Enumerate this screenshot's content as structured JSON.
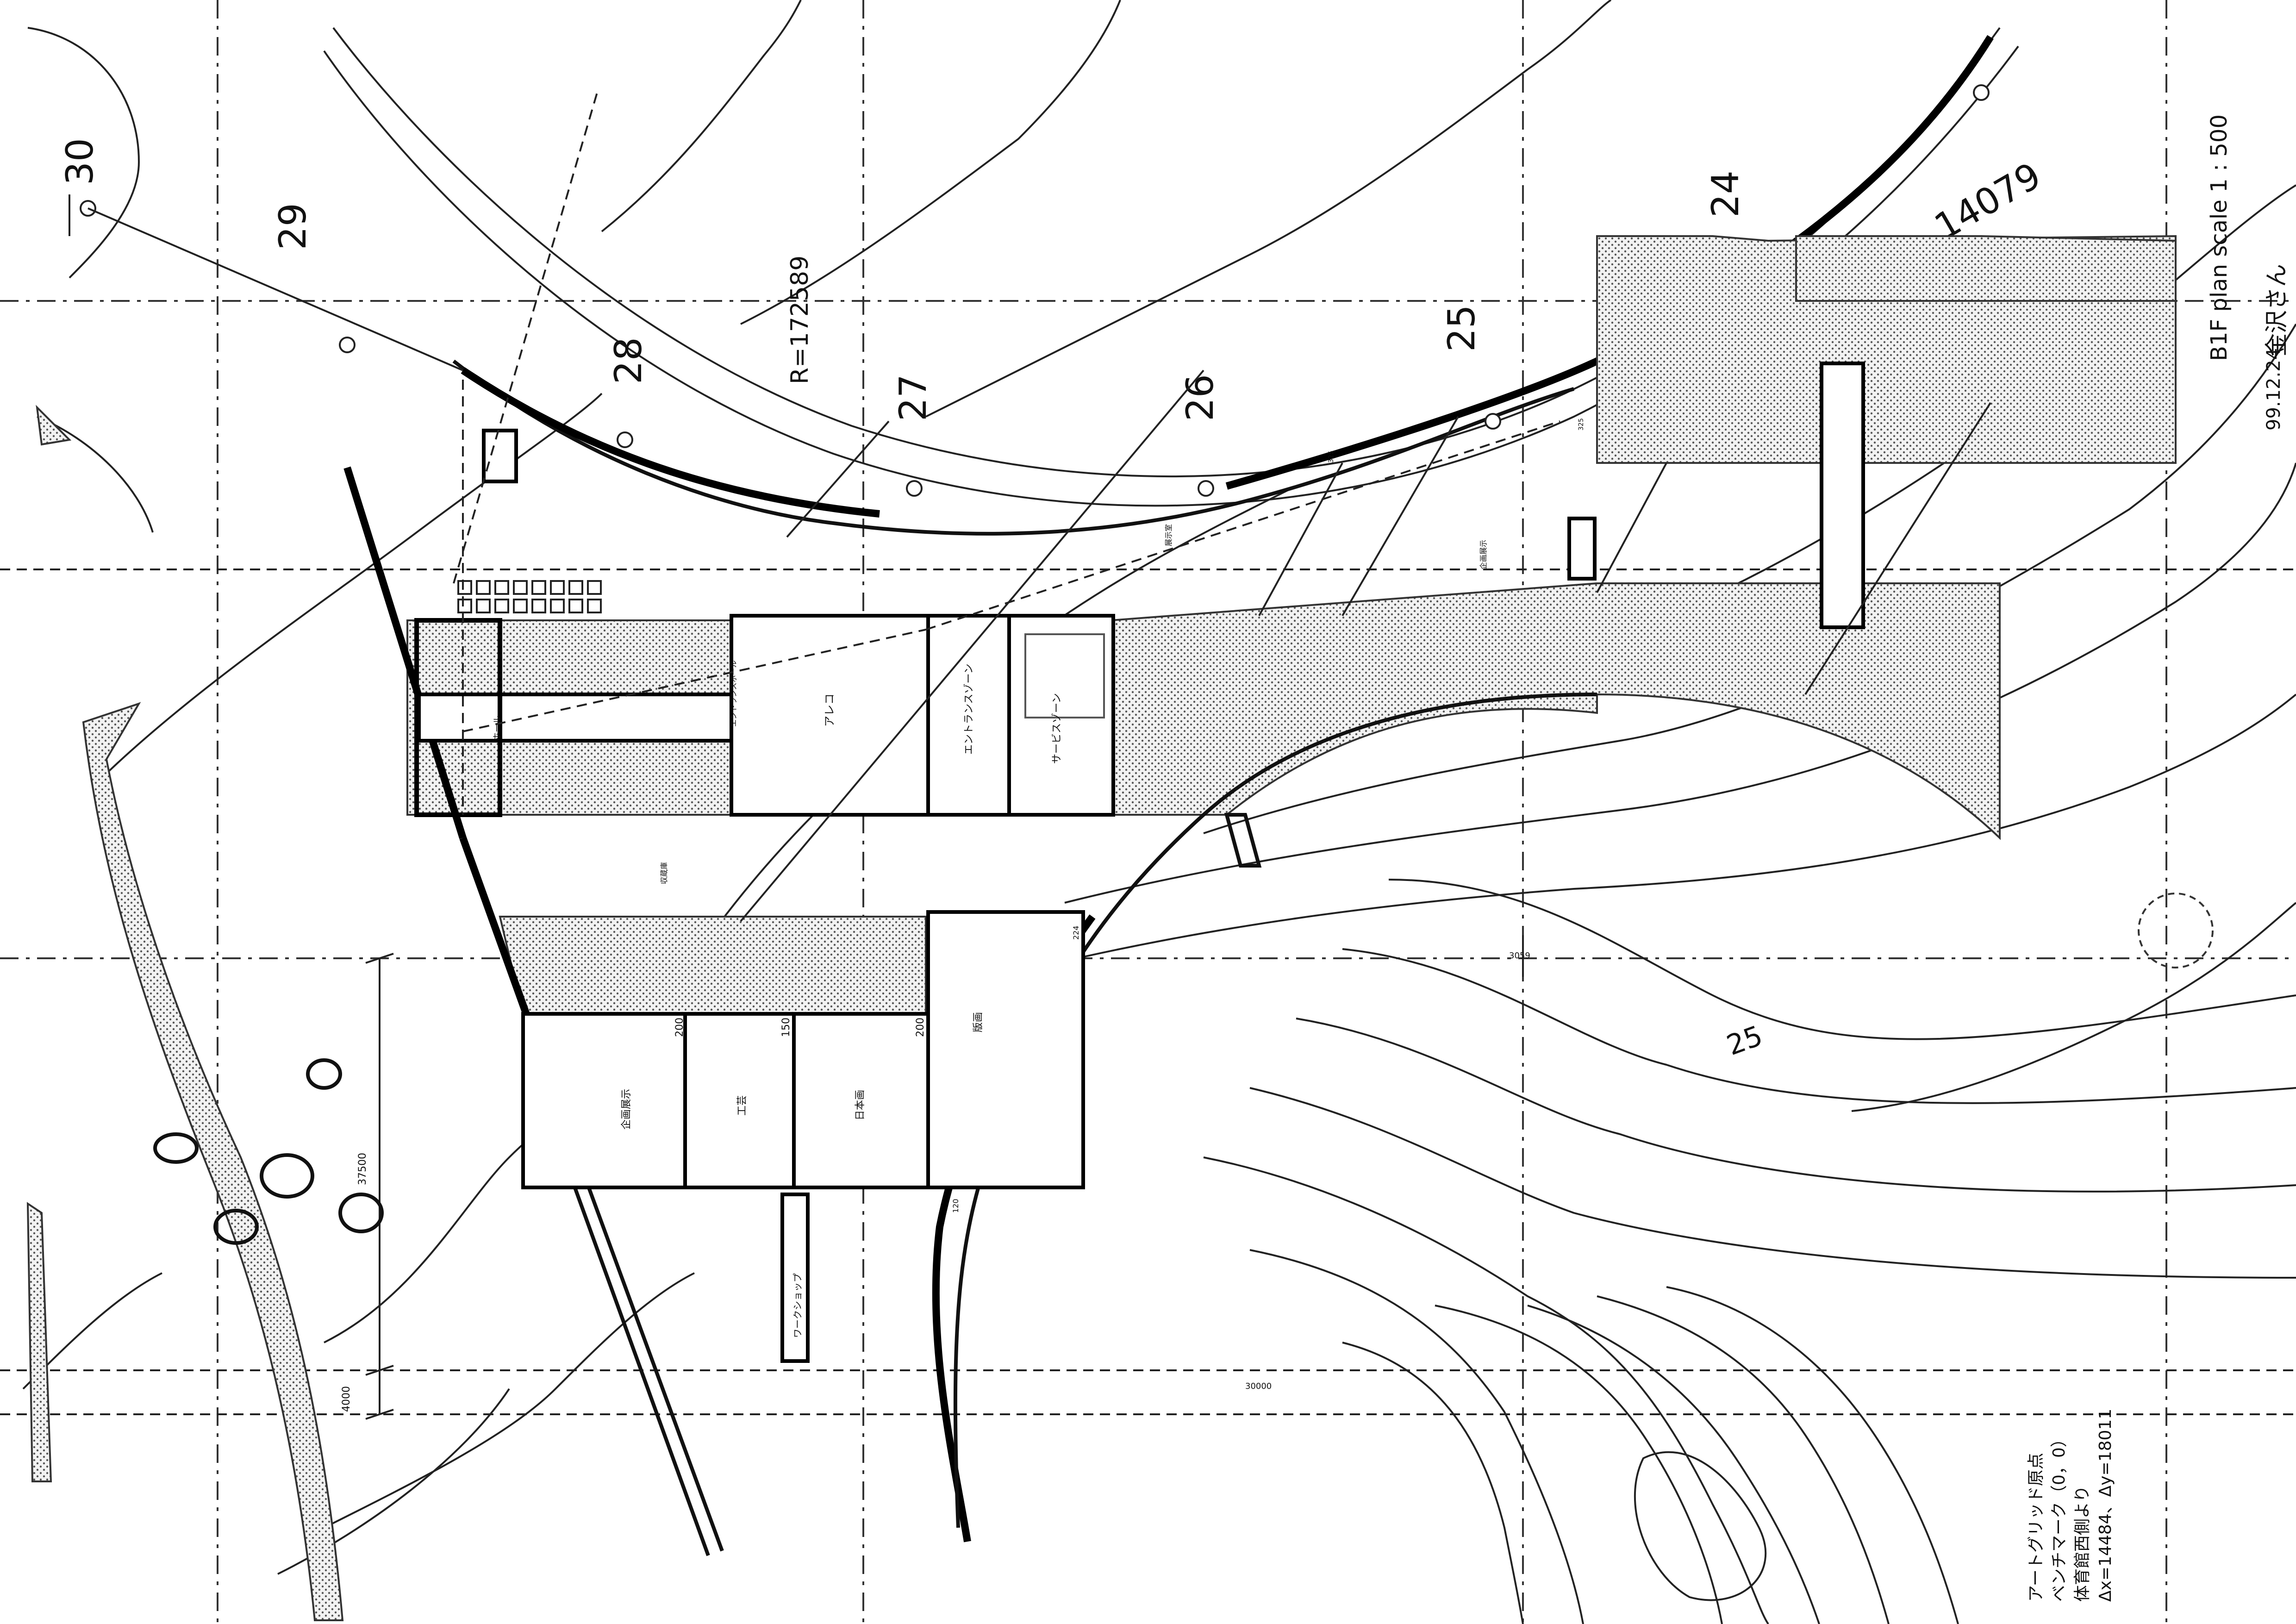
{
  "sheet": {
    "plan_title": "B1F plan  scale 1 : 500",
    "date_note": "99.12.24",
    "signature_note": "金沢さん"
  },
  "grid_numbers": [
    "30",
    "29",
    "28",
    "27",
    "26",
    "25",
    "24"
  ],
  "radius_label": "R=172589",
  "top_level": "14079",
  "contour_label": "25",
  "rooms": {
    "arco": "アレコ",
    "entrance_zone": "エントランスゾーン",
    "service_zone": "サービスゾーン",
    "gallery_planning": "企画展示",
    "crafts": "工芸",
    "japanese_painting": "日本画",
    "prints": "版画",
    "workshop": "ワークショップ",
    "hall": "ホール",
    "planning_display_upper": "企画展示",
    "storage": "収蔵庫",
    "upper_corridor": "展示室",
    "lower_hall": "エントランスホール"
  },
  "dimensions": {
    "d200a": "200",
    "d150": "150",
    "d200b": "200",
    "d37500": "37500",
    "d4000": "4000",
    "d30000": "30000",
    "d3059": "3059",
    "d224": "224",
    "d120": "120",
    "d325a": "325",
    "d325b": "325"
  },
  "benchmark_notes": [
    "アートグリッド原点",
    "ベンチマーク（0，0）",
    "体育館西側より",
    "Δx=14484、Δy=18011"
  ]
}
